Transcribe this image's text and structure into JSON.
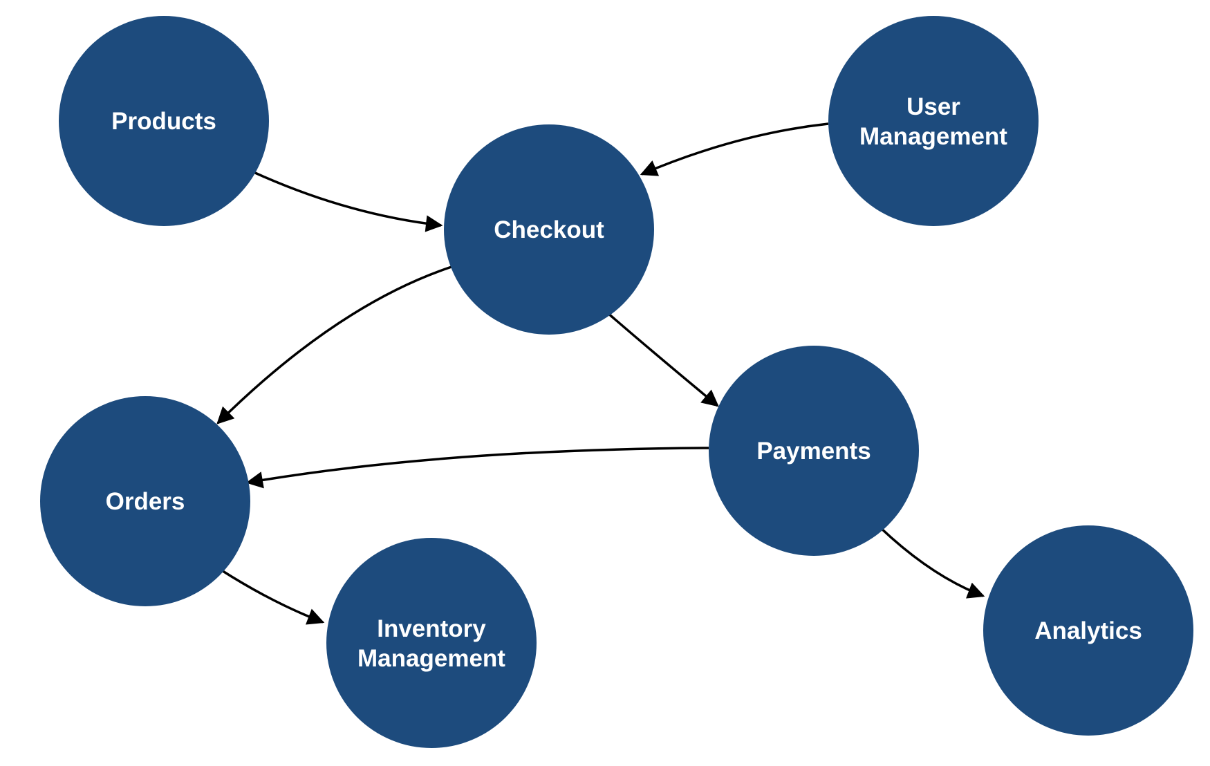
{
  "diagram": {
    "type": "flow-graph",
    "background_color": "#ffffff",
    "node_fill_color": "#1d4b7d",
    "node_text_color": "#ffffff",
    "edge_color": "#000000",
    "nodes": [
      {
        "id": "products",
        "label": "Products",
        "lines": [
          "Products"
        ]
      },
      {
        "id": "user-management",
        "label": "User Management",
        "lines": [
          "User",
          "Management"
        ]
      },
      {
        "id": "checkout",
        "label": "Checkout",
        "lines": [
          "Checkout"
        ]
      },
      {
        "id": "orders",
        "label": "Orders",
        "lines": [
          "Orders"
        ]
      },
      {
        "id": "payments",
        "label": "Payments",
        "lines": [
          "Payments"
        ]
      },
      {
        "id": "inventory-management",
        "label": "Inventory Management",
        "lines": [
          "Inventory",
          "Management"
        ]
      },
      {
        "id": "analytics",
        "label": "Analytics",
        "lines": [
          "Analytics"
        ]
      }
    ],
    "edges": [
      {
        "from": "Products",
        "to": "Checkout",
        "direction": "arrow"
      },
      {
        "from": "User Management",
        "to": "Checkout",
        "direction": "arrow"
      },
      {
        "from": "Checkout",
        "to": "Orders",
        "direction": "arrow"
      },
      {
        "from": "Checkout",
        "to": "Payments",
        "direction": "arrow"
      },
      {
        "from": "Payments",
        "to": "Orders",
        "direction": "arrow"
      },
      {
        "from": "Orders",
        "to": "Inventory Management",
        "direction": "arrow"
      },
      {
        "from": "Payments",
        "to": "Analytics",
        "direction": "arrow"
      }
    ]
  }
}
